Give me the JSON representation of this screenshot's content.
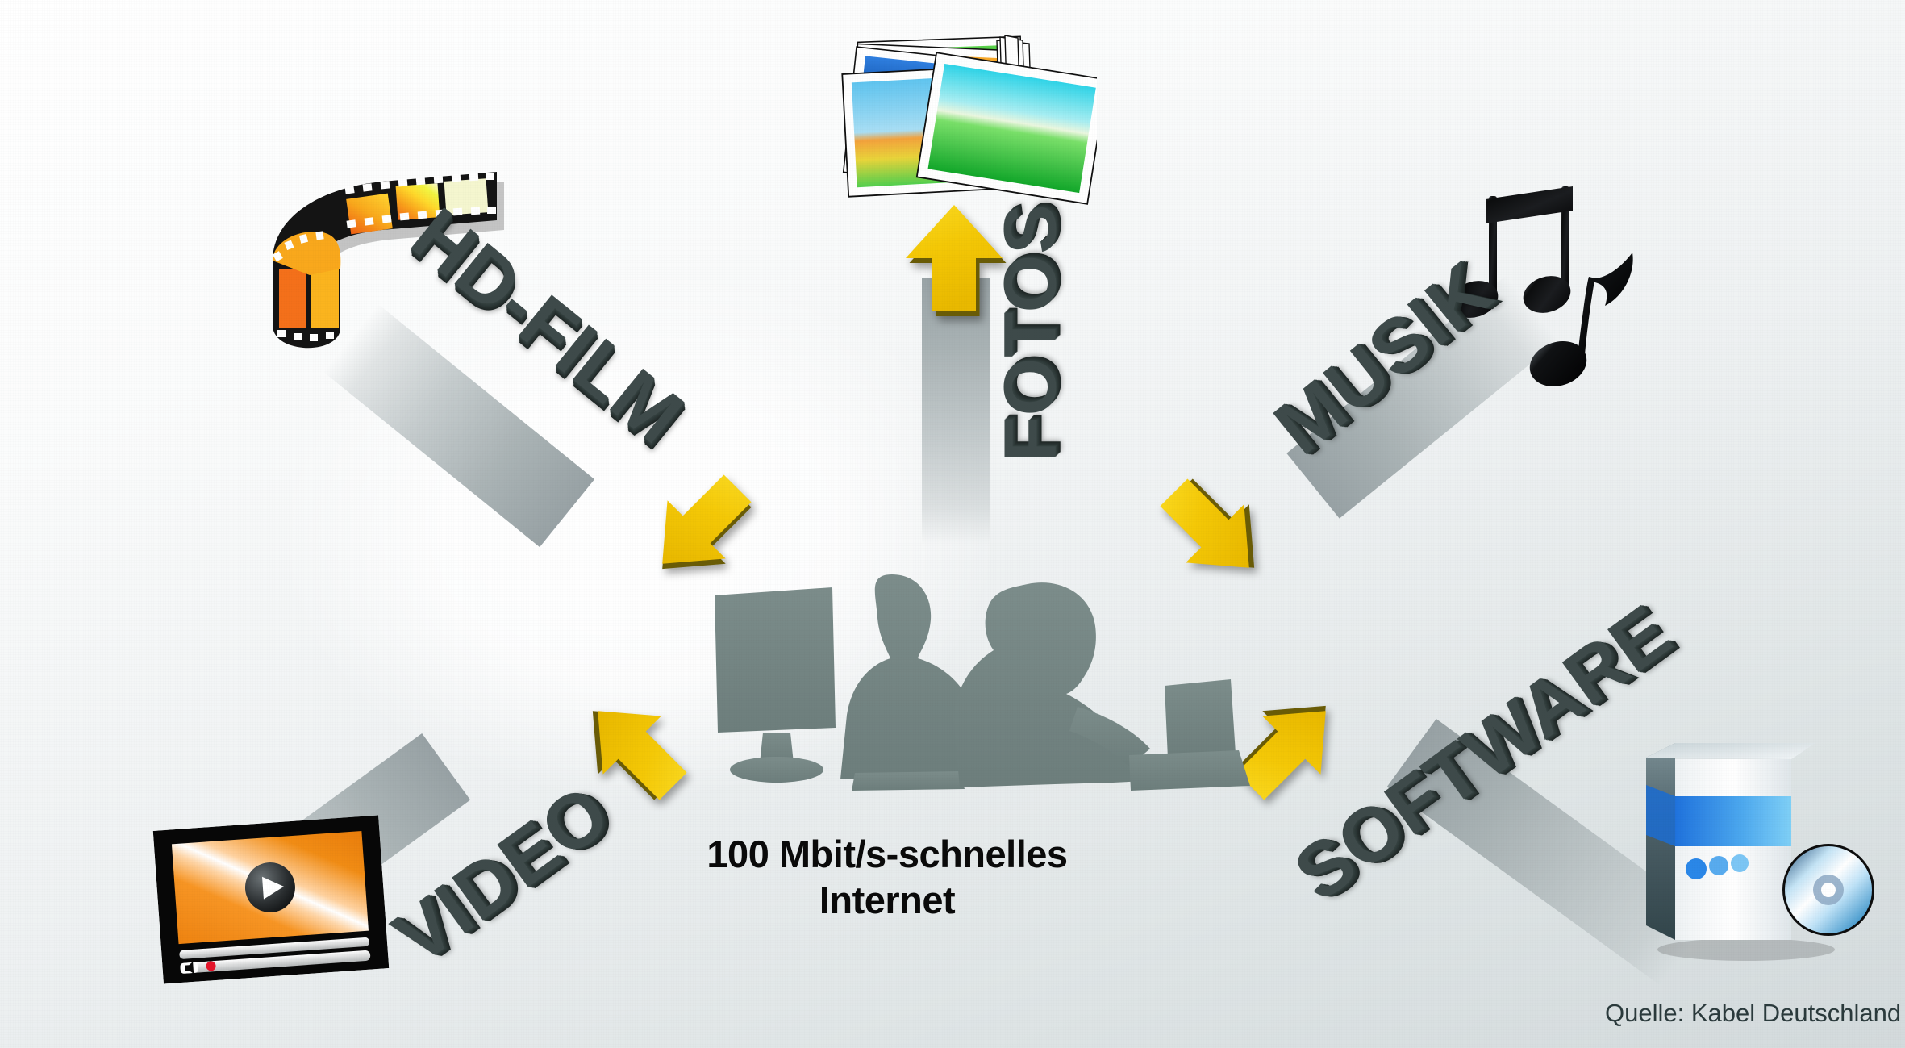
{
  "meta": {
    "title": "100 Mbit/s-schnelles Internet",
    "background_accent": "#f2c800",
    "beam_color": "#a8b1b3",
    "silhouette_color": "#7b8c8a",
    "label_color": "#3e4a4a"
  },
  "center": {
    "caption_line1": "100 Mbit/s-schnelles",
    "caption_line2": "Internet",
    "silhouette_name": "two-people-at-computer"
  },
  "spokes": [
    {
      "id": "hd-film",
      "label": "HD-FILM",
      "icon": "film-strip-icon",
      "arrow": "arrow-down-right",
      "position": "top-left"
    },
    {
      "id": "fotos",
      "label": "FOTOS",
      "icon": "photo-stack-icon",
      "arrow": "arrow-up",
      "position": "top-center"
    },
    {
      "id": "musik",
      "label": "MUSIK",
      "icon": "music-notes-icon",
      "arrow": "arrow-down-left",
      "position": "top-right"
    },
    {
      "id": "video",
      "label": "VIDEO",
      "icon": "video-player-icon",
      "arrow": "arrow-up-right",
      "position": "bottom-left"
    },
    {
      "id": "software",
      "label": "SOFTWARE",
      "icon": "software-box-cd-icon",
      "arrow": "arrow-up-left",
      "position": "bottom-right"
    }
  ],
  "footer": {
    "source": "Quelle: Kabel Deutschland"
  }
}
